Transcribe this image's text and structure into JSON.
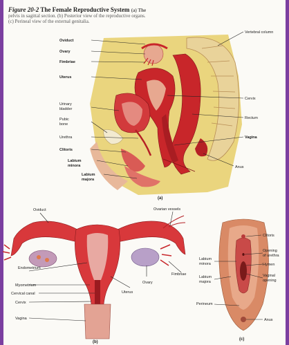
{
  "figure": {
    "number": "Figure 20-2",
    "title": "The Female Reproductive System",
    "caption_lines": [
      "(a) The",
      "pelvis in sagittal section. (b) Posterior view of the reproductive organs.",
      "(c) Perineal view of the external genitalia."
    ]
  },
  "panel_a": {
    "id": "(a)",
    "labels": {
      "oviduct": "Oviduct",
      "ovary": "Ovary",
      "fimbriae": "Fimbriae",
      "uterus": "Uterus",
      "urinary_bladder_1": "Urinary",
      "urinary_bladder_2": "bladder",
      "pubic_bone_1": "Pubic",
      "pubic_bone_2": "bone",
      "urethra": "Urethra",
      "clitoris": "Clitoris",
      "labium_minora_1": "Labium",
      "labium_minora_2": "minora",
      "labium_majora_1": "Labium",
      "labium_majora_2": "majora",
      "vertebral_column": "Vertebral column",
      "cervix": "Cervix",
      "rectum": "Rectum",
      "vagina": "Vagina",
      "anus": "Anus"
    }
  },
  "panel_b": {
    "id": "(b)",
    "labels": {
      "oviduct": "Oviduct",
      "ovarian_vessels": "Ovarian vessels",
      "fimbriae": "Fimbriae",
      "endometrium": "Endometrium",
      "myometrium": "Myometrium",
      "cervical_canal": "Cervical canal",
      "cervix": "Cervix",
      "vagina": "Vagina",
      "uterus": "Uterus",
      "ovary": "Ovary"
    }
  },
  "panel_c": {
    "id": "(c)",
    "labels": {
      "clitoris": "Clitoris",
      "opening_urethra_1": "Opening",
      "opening_urethra_2": "of urethra",
      "labium_minora_1": "Labium",
      "labium_minora_2": "minora",
      "hymen": "Hymen",
      "labium_majora_1": "Labium",
      "labium_majora_2": "majora",
      "vaginal_opening_1": "Vaginal",
      "vaginal_opening_2": "opening",
      "perineum": "Perineum",
      "anus": "Anus"
    }
  },
  "colors": {
    "frame": "#7b3fa0",
    "sheet": "#fbfaf6",
    "tissue_red": "#c8262a",
    "tissue_pink": "#e7a890",
    "fat_yellow": "#ead57e",
    "skin": "#e8b89a"
  }
}
